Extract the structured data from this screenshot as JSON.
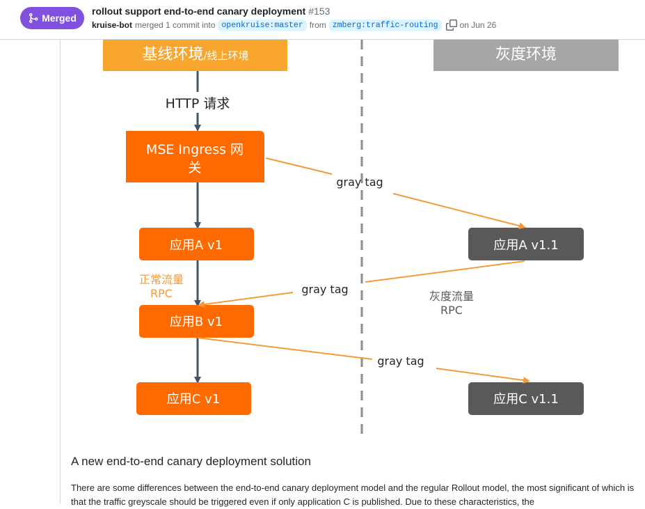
{
  "pr": {
    "status": "Merged",
    "title": "rollout support end-to-end canary deployment",
    "number": "#153",
    "author": "kruise-bot",
    "merged_text": "merged 1 commit into",
    "base_branch": "openkruise:master",
    "from_text": "from",
    "head_branch": "zmberg:traffic-routing",
    "date_text": "on Jun 26"
  },
  "diagram": {
    "baseline_env_main": "基线环境",
    "baseline_env_sub": "/线上环境",
    "gray_env": "灰度环境",
    "http_request": "HTTP 请求",
    "gateway_line1": "MSE Ingress 网",
    "gateway_line2": "关",
    "app_a_v1": "应用A v1",
    "app_b_v1": "应用B v1",
    "app_c_v1": "应用C v1",
    "app_a_v11": "应用A v1.1",
    "app_c_v11": "应用C v1.1",
    "gray_tag_1": "gray tag",
    "gray_tag_2": "gray tag",
    "gray_tag_3": "gray tag",
    "normal_flow_line1": "正常流量",
    "normal_flow_line2": "RPC",
    "gray_flow_line1": "灰度流量",
    "gray_flow_line2": "RPC",
    "colors": {
      "orange": "#ff6a00",
      "baseline_header": "#f9a62f",
      "gray_header": "#a6a6a6",
      "gray_box": "#595959",
      "arrow_dark": "#44546a",
      "arrow_orange": "#f59a3a"
    }
  },
  "section": {
    "title": "A new end-to-end canary deployment solution",
    "text": "There are some differences between the end-to-end canary deployment model and the regular Rollout model, the most significant of which is that the traffic greyscale should be triggered even if only application C is published. Due to these characteristics, the"
  }
}
